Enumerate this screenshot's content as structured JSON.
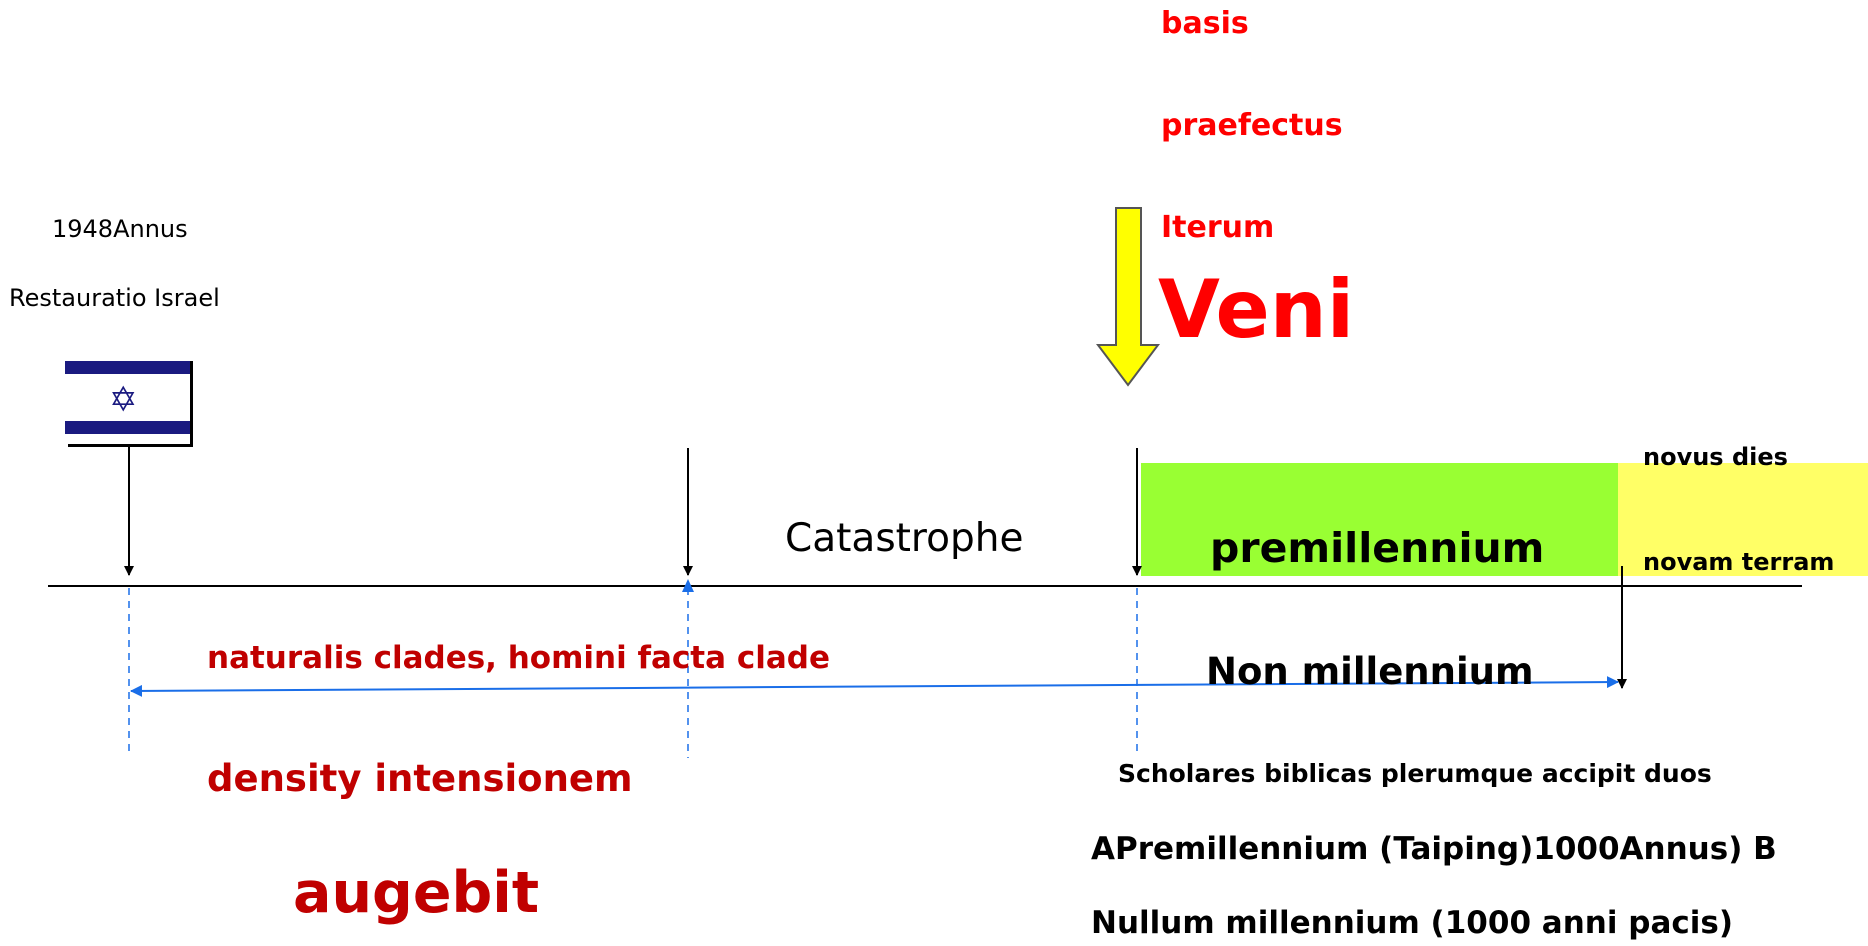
{
  "year_label": "1948Annus",
  "restoration_label": "Restauratio Israel",
  "flag_star": "✡",
  "second_coming": {
    "line1": "basis",
    "line2": "praefectus",
    "line3": "Iterum",
    "line4": "Veni"
  },
  "catastrophe_label": "Catastrophe",
  "premillennium_label": "premillennium",
  "novus_dies": "novus dies",
  "novam_terram": "novam terram",
  "disasters_label": "naturalis clades, homini facta clade",
  "non_millennium_label": "Non millennium",
  "density_label": "density intensionem",
  "augebit_label": "augebit",
  "scholars": {
    "line1": "Scholares biblicas plerumque accipit duos",
    "line2": "APremillennium (Taiping)1000Annus) B",
    "line3": "Nullum millennium (1000 anni pacis)"
  },
  "colors": {
    "red": "#ff0000",
    "dark_red": "#c00000",
    "green_band": "#99ff33",
    "yellow_band": "#ffff66",
    "blue_arrow": "#1a6ee8",
    "flag_blue": "#1a1a80"
  }
}
